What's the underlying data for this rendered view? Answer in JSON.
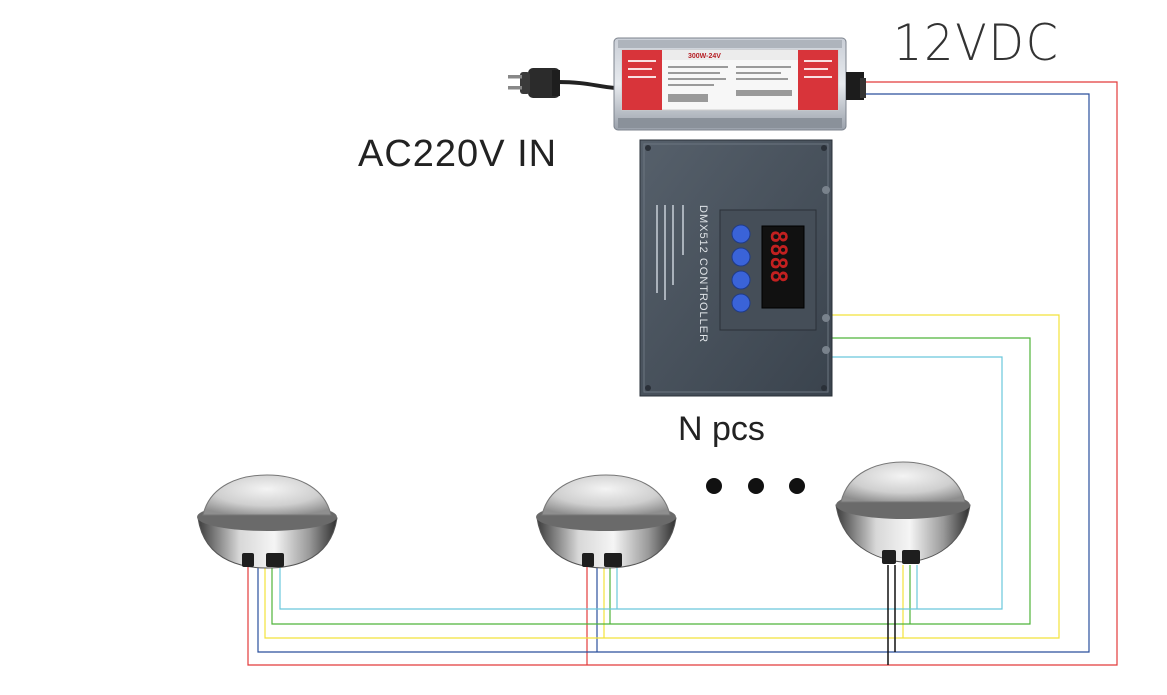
{
  "labels": {
    "ac_input": "AC220V IN",
    "dc_output": "12VDC",
    "count": "N pcs"
  },
  "power_supply": {
    "rating": "300W-24V"
  },
  "controller": {
    "name": "DMX512 CONTROLLER",
    "display": "8888"
  },
  "lamps": {
    "visible_count": 3
  },
  "wire_colors": {
    "positive": "#e23b3b",
    "negative": "#2a4f9c",
    "data_yellow": "#f2e23a",
    "data_green": "#4fb33a",
    "data_cyan": "#6ac8dc",
    "common": "#111111"
  }
}
